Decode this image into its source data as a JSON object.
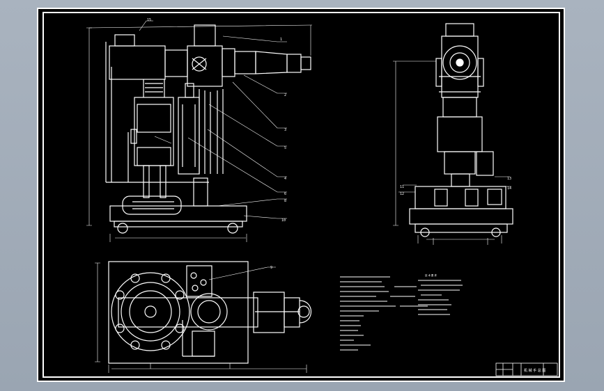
{
  "colors": {
    "background": "#9aa5b2",
    "paper": "#000000",
    "line": "#ffffff"
  },
  "part_numbers": {
    "n1": "1",
    "n2": "2",
    "n3": "3",
    "n4": "4",
    "n5": "5",
    "n6": "6",
    "n8": "8",
    "n9": "9",
    "n10": "10",
    "n11": "11",
    "n12": "12",
    "n13": "13",
    "n14": "14",
    "n15": "15"
  },
  "technical_requirements": {
    "title": "技 术 要 求"
  },
  "title_block": {
    "drawing_name": "机 械 手 总 图"
  }
}
